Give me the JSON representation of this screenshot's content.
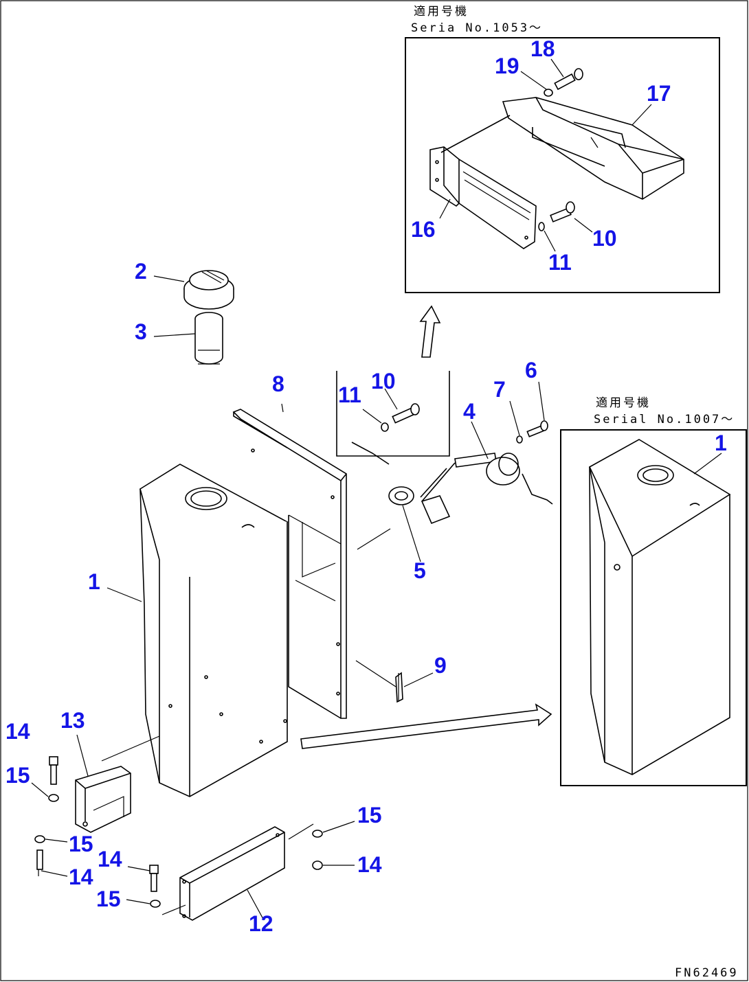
{
  "drawing_code": "FN62469",
  "inset_top": {
    "caption_jp": "適用号機",
    "caption_serial": "Seria No.1053～"
  },
  "inset_right": {
    "caption_jp": "適用号機",
    "caption_serial": "Serial No.1007～"
  },
  "callouts": {
    "c1_main": "1",
    "c1_inset": "1",
    "c2": "2",
    "c3": "3",
    "c4": "4",
    "c5": "5",
    "c6": "6",
    "c7": "7",
    "c8": "8",
    "c9": "9",
    "c10_mid": "10",
    "c10_inset": "10",
    "c11_mid": "11",
    "c11_inset": "11",
    "c12": "12",
    "c13": "13",
    "c14_a": "14",
    "c14_b": "14",
    "c14_c": "14",
    "c14_d": "14",
    "c15_a": "15",
    "c15_b": "15",
    "c15_c": "15",
    "c15_d": "15",
    "c16": "16",
    "c17": "17",
    "c18": "18",
    "c19": "19"
  }
}
